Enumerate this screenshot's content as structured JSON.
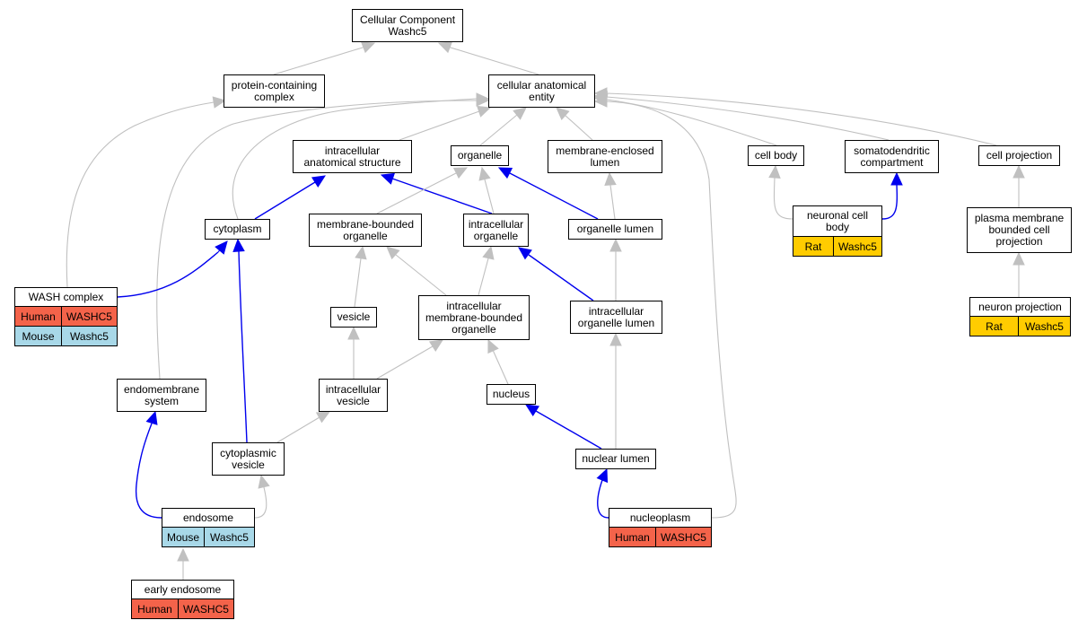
{
  "colors": {
    "human": "#f4634a",
    "mouse": "#a8d8e8",
    "rat": "#ffcc00",
    "gray_edge": "#c0c0c0",
    "blue_edge": "#0000ee"
  },
  "nodes": {
    "root": "Cellular Component\nWashc5",
    "protein_complex": "protein-containing\ncomplex",
    "cellular_entity": "cellular anatomical\nentity",
    "intracellular_structure": "intracellular\nanatomical structure",
    "organelle": "organelle",
    "membrane_enclosed_lumen": "membrane-enclosed\nlumen",
    "cell_body": "cell body",
    "somatodendritic": "somatodendritic\ncompartment",
    "cell_projection": "cell projection",
    "cytoplasm": "cytoplasm",
    "membrane_bounded_organelle": "membrane-bounded\norganelle",
    "intracellular_organelle": "intracellular\norganelle",
    "organelle_lumen": "organelle lumen",
    "neuronal_cell_body": "neuronal cell\nbody",
    "pm_bounded_projection": "plasma membrane\nbounded cell\nprojection",
    "wash_complex": "WASH complex",
    "vesicle": "vesicle",
    "intracellular_mb_organelle": "intracellular\nmembrane-bounded\norganelle",
    "intracellular_organelle_lumen": "intracellular\norganelle lumen",
    "neuron_projection": "neuron projection",
    "endomembrane": "endomembrane\nsystem",
    "intracellular_vesicle": "intracellular\nvesicle",
    "nucleus": "nucleus",
    "cytoplasmic_vesicle": "cytoplasmic\nvesicle",
    "nuclear_lumen": "nuclear lumen",
    "endosome": "endosome",
    "nucleoplasm": "nucleoplasm",
    "early_endosome": "early endosome"
  },
  "annotations": {
    "wash_complex": [
      {
        "species": "Human",
        "gene": "WASHC5",
        "color": "#f4634a"
      },
      {
        "species": "Mouse",
        "gene": "Washc5",
        "color": "#a8d8e8"
      }
    ],
    "neuronal_cell_body": [
      {
        "species": "Rat",
        "gene": "Washc5",
        "color": "#ffcc00"
      }
    ],
    "neuron_projection": [
      {
        "species": "Rat",
        "gene": "Washc5",
        "color": "#ffcc00"
      }
    ],
    "endosome": [
      {
        "species": "Mouse",
        "gene": "Washc5",
        "color": "#a8d8e8"
      }
    ],
    "nucleoplasm": [
      {
        "species": "Human",
        "gene": "WASHC5",
        "color": "#f4634a"
      }
    ],
    "early_endosome": [
      {
        "species": "Human",
        "gene": "WASHC5",
        "color": "#f4634a"
      }
    ]
  },
  "edges": [
    {
      "from": "protein_complex",
      "to": "root",
      "kind": "gray"
    },
    {
      "from": "cellular_entity",
      "to": "root",
      "kind": "gray"
    },
    {
      "from": "intracellular_structure",
      "to": "cellular_entity",
      "kind": "gray"
    },
    {
      "from": "organelle",
      "to": "cellular_entity",
      "kind": "gray"
    },
    {
      "from": "membrane_enclosed_lumen",
      "to": "cellular_entity",
      "kind": "gray"
    },
    {
      "from": "cell_body",
      "to": "cellular_entity",
      "kind": "gray"
    },
    {
      "from": "somatodendritic",
      "to": "cellular_entity",
      "kind": "gray"
    },
    {
      "from": "cell_projection",
      "to": "cellular_entity",
      "kind": "gray"
    },
    {
      "from": "cytoplasm",
      "to": "cellular_entity",
      "kind": "gray"
    },
    {
      "from": "endomembrane",
      "to": "cellular_entity",
      "kind": "gray"
    },
    {
      "from": "nucleoplasm",
      "to": "cellular_entity",
      "kind": "gray"
    },
    {
      "from": "wash_complex",
      "to": "protein_complex",
      "kind": "gray"
    },
    {
      "from": "cytoplasm",
      "to": "intracellular_structure",
      "kind": "blue"
    },
    {
      "from": "intracellular_organelle",
      "to": "intracellular_structure",
      "kind": "blue"
    },
    {
      "from": "membrane_bounded_organelle",
      "to": "organelle",
      "kind": "gray"
    },
    {
      "from": "intracellular_organelle",
      "to": "organelle",
      "kind": "gray"
    },
    {
      "from": "organelle_lumen",
      "to": "organelle",
      "kind": "blue"
    },
    {
      "from": "organelle_lumen",
      "to": "membrane_enclosed_lumen",
      "kind": "gray"
    },
    {
      "from": "neuronal_cell_body",
      "to": "cell_body",
      "kind": "gray"
    },
    {
      "from": "neuronal_cell_body",
      "to": "somatodendritic",
      "kind": "blue"
    },
    {
      "from": "pm_bounded_projection",
      "to": "cell_projection",
      "kind": "gray"
    },
    {
      "from": "wash_complex",
      "to": "cytoplasm",
      "kind": "blue"
    },
    {
      "from": "cytoplasmic_vesicle",
      "to": "cytoplasm",
      "kind": "blue"
    },
    {
      "from": "vesicle",
      "to": "membrane_bounded_organelle",
      "kind": "gray"
    },
    {
      "from": "intracellular_mb_organelle",
      "to": "membrane_bounded_organelle",
      "kind": "gray"
    },
    {
      "from": "intracellular_mb_organelle",
      "to": "intracellular_organelle",
      "kind": "gray"
    },
    {
      "from": "intracellular_organelle_lumen",
      "to": "intracellular_organelle",
      "kind": "blue"
    },
    {
      "from": "intracellular_organelle_lumen",
      "to": "organelle_lumen",
      "kind": "gray"
    },
    {
      "from": "neuron_projection",
      "to": "pm_bounded_projection",
      "kind": "gray"
    },
    {
      "from": "intracellular_vesicle",
      "to": "vesicle",
      "kind": "gray"
    },
    {
      "from": "intracellular_vesicle",
      "to": "intracellular_mb_organelle",
      "kind": "gray"
    },
    {
      "from": "nucleus",
      "to": "intracellular_mb_organelle",
      "kind": "gray"
    },
    {
      "from": "nuclear_lumen",
      "to": "intracellular_organelle_lumen",
      "kind": "gray"
    },
    {
      "from": "cytoplasmic_vesicle",
      "to": "intracellular_vesicle",
      "kind": "gray"
    },
    {
      "from": "nuclear_lumen",
      "to": "nucleus",
      "kind": "blue"
    },
    {
      "from": "endosome",
      "to": "endomembrane",
      "kind": "blue"
    },
    {
      "from": "endosome",
      "to": "cytoplasmic_vesicle",
      "kind": "gray"
    },
    {
      "from": "nucleoplasm",
      "to": "nuclear_lumen",
      "kind": "blue"
    },
    {
      "from": "early_endosome",
      "to": "endosome",
      "kind": "gray"
    }
  ]
}
